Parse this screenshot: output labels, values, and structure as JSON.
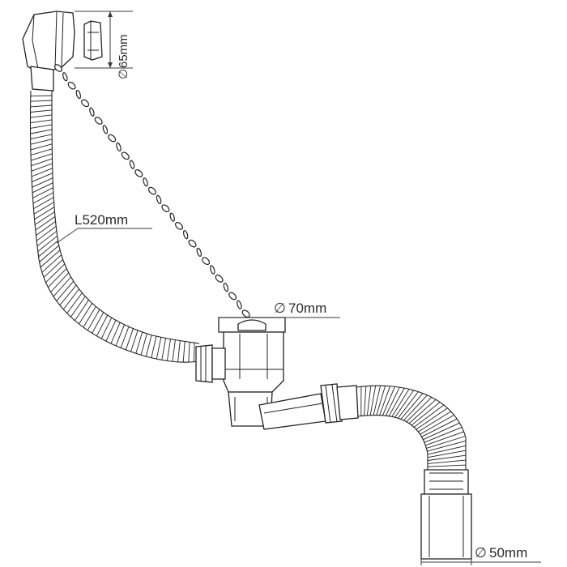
{
  "diagram": {
    "stopper": {
      "diameter_label": "65mm",
      "diameter_symbol": "∅"
    },
    "overflow_hose": {
      "length_label": "L520mm"
    },
    "drain": {
      "diameter_label": "70mm",
      "diameter_symbol": "∅"
    },
    "outlet": {
      "diameter_label": "50mm",
      "diameter_symbol": "∅"
    }
  },
  "colors": {
    "line": "#222222",
    "background": "#ffffff",
    "dimension": "#3a3a3a"
  }
}
